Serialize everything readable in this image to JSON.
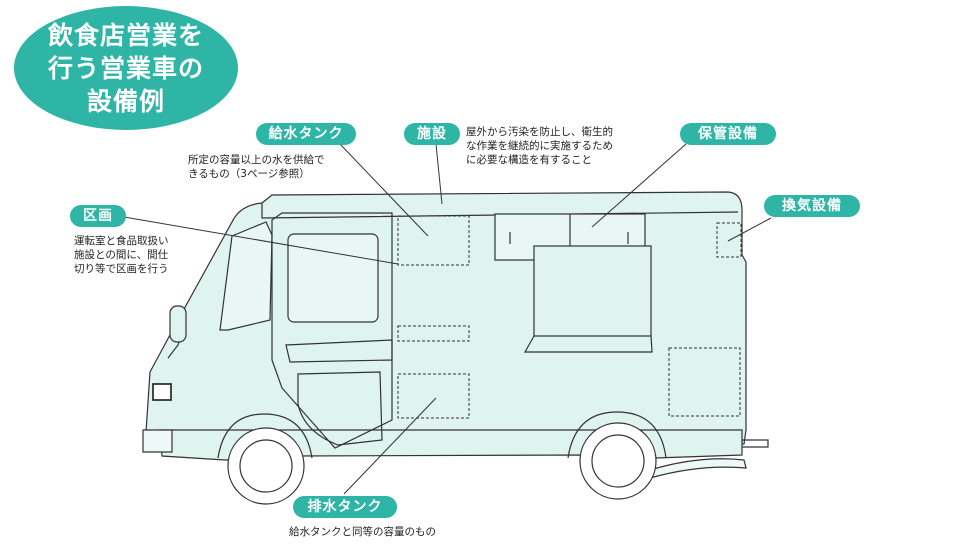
{
  "title": {
    "lines": [
      "飲食店営業を",
      "行う営業車の",
      "設備例"
    ]
  },
  "labels": {
    "water_tank": {
      "name": "給水タンク",
      "desc": [
        "所定の容量以上の水を供給で",
        "きるもの（3ページ参照）"
      ]
    },
    "facility": {
      "name": "施設",
      "desc": [
        "屋外から汚染を防止し、衛生的",
        "な作業を継続的に実施するため",
        "に必要な構造を有すること"
      ]
    },
    "storage": {
      "name": "保管設備"
    },
    "ventilation": {
      "name": "換気設備"
    },
    "partition": {
      "name": "区画",
      "desc": [
        "運転室と食品取扱い",
        "施設との間に、間仕",
        "切り等で区画を行う"
      ]
    },
    "drain_tank": {
      "name": "排水タンク",
      "desc": [
        "給水タンクと同等の容量のもの"
      ]
    }
  },
  "colors": {
    "accent": "#2fb5a6",
    "body_fill": "#dff3ef",
    "outline": "#333333"
  }
}
